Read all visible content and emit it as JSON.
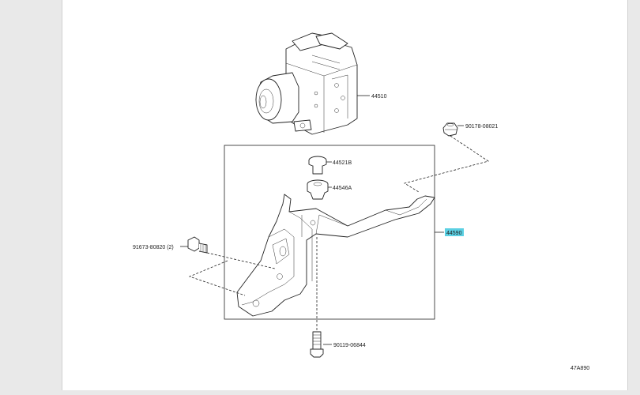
{
  "parts": {
    "actuator": "44510",
    "cushion_b": "44521B",
    "cushion_a": "44546A",
    "nut": "90178-08021",
    "bracket": "44590",
    "bolt_left": "91673-80820 (2)",
    "bolt_bottom": "90119-06844"
  },
  "figure_code": "47A890",
  "colors": {
    "highlight": "#5bd0e3",
    "line": "#222222",
    "background": "#e9e9e9",
    "sheet": "#ffffff"
  }
}
